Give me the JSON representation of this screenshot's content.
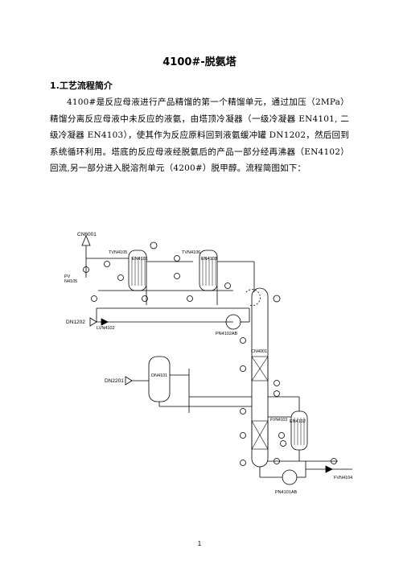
{
  "document": {
    "title": "4100#-脱氨塔",
    "section_heading": "1.工艺流程简介",
    "paragraph": "4100#是反应母液进行产品精馏的第一个精馏单元，通过加压（2MPa）精馏分离反应母液中未反应的液氨，由塔顶冷凝器（一级冷凝器 EN4101, 二级冷凝器 EN4103），使其作为反应原料回到液氨缓冲罐 DN1202，然后回到系统循环利用。塔底的反应母液经脱氨后的产品一部分经再沸器（EN4102）回流,另一部分进入脱溶剂单元（4200#）脱甲醇。流程简图如下：",
    "page_number": "1"
  },
  "diagram": {
    "labels": {
      "cn6001": "CN6001",
      "tvn4105": "TVN4105",
      "en4101": "EN4101",
      "tvn4106": "TVN4106",
      "en4103": "EN4103",
      "pv": "PV",
      "n4105": "N4105",
      "dn1202": "DN1202",
      "lvn4102": "LVN4102",
      "pn4102ab": "PN4102AB",
      "cn4001": "CN4001",
      "dn2201": "DN2201",
      "dn4101": "DN4101",
      "en4102": "EN4102",
      "fvn4104": "FVN4104",
      "pn4101ab": "PN4101AB",
      "fvn4103": "FVN4103"
    }
  }
}
